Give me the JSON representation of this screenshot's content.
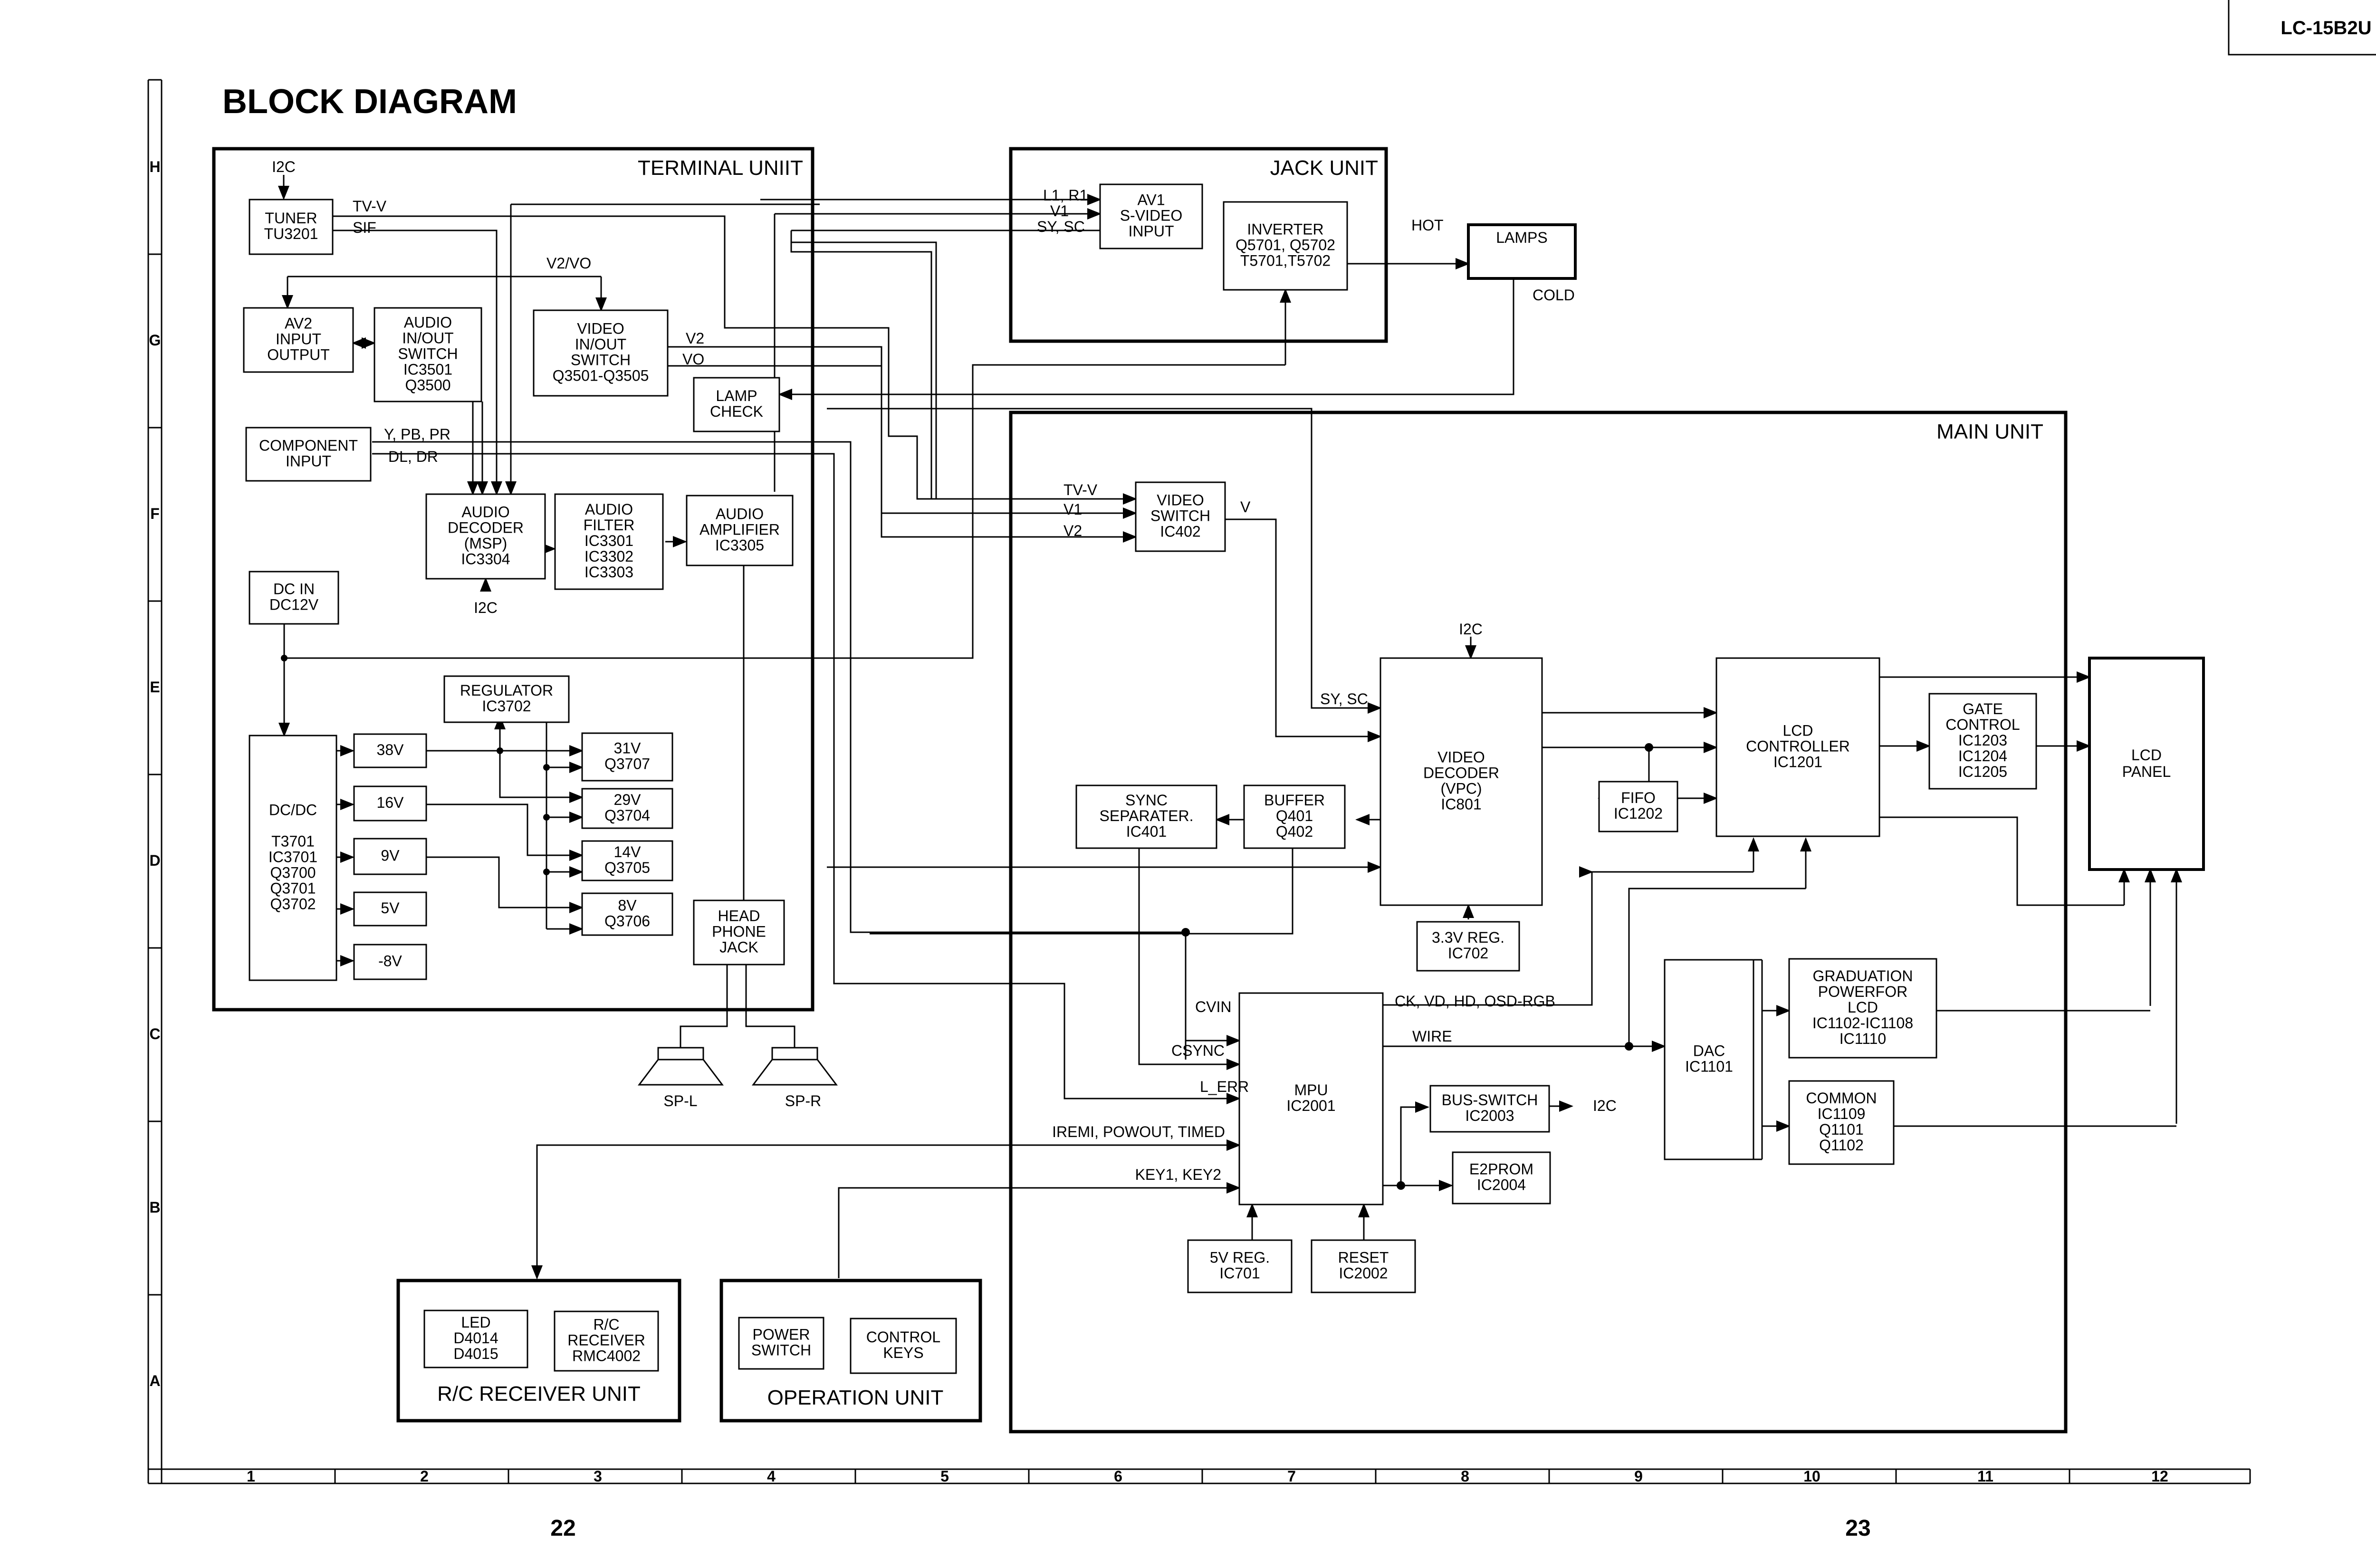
{
  "header": {
    "model": "LC-15B2U",
    "title": "BLOCK DIAGRAM",
    "page_left": "22",
    "page_right": "23"
  },
  "grid": {
    "rows": [
      "H",
      "G",
      "F",
      "E",
      "D",
      "C",
      "B",
      "A"
    ],
    "cols": [
      "1",
      "2",
      "3",
      "4",
      "5",
      "6",
      "7",
      "8",
      "9",
      "10",
      "11",
      "12"
    ]
  },
  "units": {
    "terminal": "TERMINAL UNIIT",
    "jack": "JACK UNIT",
    "main": "MAIN UNIT",
    "rc_receiver": "R/C RECEIVER UNIT",
    "operation": "OPERATION UNIT"
  },
  "blocks": {
    "tuner": [
      "TUNER",
      "TU3201"
    ],
    "av2": [
      "AV2",
      "INPUT",
      "OUTPUT"
    ],
    "audio_switch": [
      "AUDIO",
      "IN/OUT",
      "SWITCH",
      "IC3501",
      "Q3500"
    ],
    "video_switch_io": [
      "VIDEO",
      "IN/OUT",
      "SWITCH",
      "Q3501-Q3505"
    ],
    "lamp_check": [
      "LAMP",
      "CHECK"
    ],
    "component": [
      "COMPONENT",
      "INPUT"
    ],
    "audio_decoder": [
      "AUDIO",
      "DECODER",
      "(MSP)",
      "IC3304"
    ],
    "audio_filter": [
      "AUDIO",
      "FILTER",
      "IC3301",
      "IC3302",
      "IC3303"
    ],
    "audio_amp": [
      "AUDIO",
      "AMPLIFIER",
      "IC3305"
    ],
    "dc_in": [
      "DC IN",
      "DC12V"
    ],
    "regulator": [
      "REGULATOR",
      "IC3702"
    ],
    "dcdc": [
      "DC/DC",
      "",
      "T3701",
      "IC3701",
      "Q3700",
      "Q3701",
      "Q3702"
    ],
    "v38": [
      "38V"
    ],
    "v16": [
      "16V"
    ],
    "v9": [
      "9V"
    ],
    "v5": [
      "5V"
    ],
    "vm8": [
      "-8V"
    ],
    "r31": [
      "31V",
      "Q3707"
    ],
    "r29": [
      "29V",
      "Q3704"
    ],
    "r14": [
      "14V",
      "Q3705"
    ],
    "r8": [
      "8V",
      "Q3706"
    ],
    "headphone": [
      "HEAD",
      "PHONE",
      "JACK"
    ],
    "av1": [
      "AV1",
      "S-VIDEO",
      "INPUT"
    ],
    "inverter": [
      "INVERTER",
      "Q5701, Q5702",
      "T5701,T5702"
    ],
    "lamps": [
      "LAMPS"
    ],
    "video_switch": [
      "VIDEO",
      "SWITCH",
      "IC402"
    ],
    "video_decoder": [
      "VIDEO",
      "DECODER",
      "(VPC)",
      "IC801"
    ],
    "lcd_controller": [
      "LCD",
      "CONTROLLER",
      "IC1201"
    ],
    "gate_control": [
      "GATE",
      "CONTROL",
      "IC1203",
      "IC1204",
      "IC1205"
    ],
    "lcd_panel": [
      "LCD",
      "PANEL"
    ],
    "fifo": [
      "FIFO",
      "IC1202"
    ],
    "sync_sep": [
      "SYNC",
      "SEPARATER.",
      "IC401"
    ],
    "buffer": [
      "BUFFER",
      "Q401",
      "Q402"
    ],
    "reg33": [
      "3.3V REG.",
      "IC702"
    ],
    "mpu": [
      "MPU",
      "IC2001"
    ],
    "dac": [
      "DAC",
      "IC1101"
    ],
    "graduation": [
      "GRADUATION",
      "POWERFOR",
      "LCD",
      "IC1102-IC1108",
      "IC1110"
    ],
    "common": [
      "COMMON",
      "IC1109",
      "Q1101",
      "Q1102"
    ],
    "bus_switch": [
      "BUS-SWITCH",
      "IC2003"
    ],
    "e2prom": [
      "E2PROM",
      "IC2004"
    ],
    "reg5": [
      "5V REG.",
      "IC701"
    ],
    "reset": [
      "RESET",
      "IC2002"
    ],
    "led": [
      "LED",
      "D4014",
      "D4015"
    ],
    "rc_receiver": [
      "R/C",
      "RECEIVER",
      "RMC4002"
    ],
    "power_switch": [
      "POWER",
      "SWITCH"
    ],
    "control_keys": [
      "CONTROL",
      "KEYS"
    ]
  },
  "signals": {
    "i2c_tuner": "I2C",
    "tv_v": "TV-V",
    "sif": "SIF",
    "v2vo": "V2/VO",
    "v2": "V2",
    "vo": "VO",
    "ypbpr": "Y, PB, PR",
    "dldr": "DL, DR",
    "i2c_decoder": "I2C",
    "l1r1": "L1, R1",
    "v1": "V1",
    "sysc_jack": "SY, SC",
    "hot": "HOT",
    "cold": "COLD",
    "tv_v_main": "TV-V",
    "v1_main": "V1",
    "v2_main": "V2",
    "v_out": "V",
    "i2c_vpc": "I2C",
    "sysc_main": "SY, SC",
    "cvin": "CVIN",
    "csync": "CSYNC",
    "l_err": "L_ERR",
    "iremi": "IREMI, POWOUT, TIMED",
    "key12": "KEY1, KEY2",
    "ck": "CK, VD, HD, OSD-RGB",
    "wire": "WIRE",
    "i2c_bus": "I2C",
    "sp_l": "SP-L",
    "sp_r": "SP-R"
  }
}
